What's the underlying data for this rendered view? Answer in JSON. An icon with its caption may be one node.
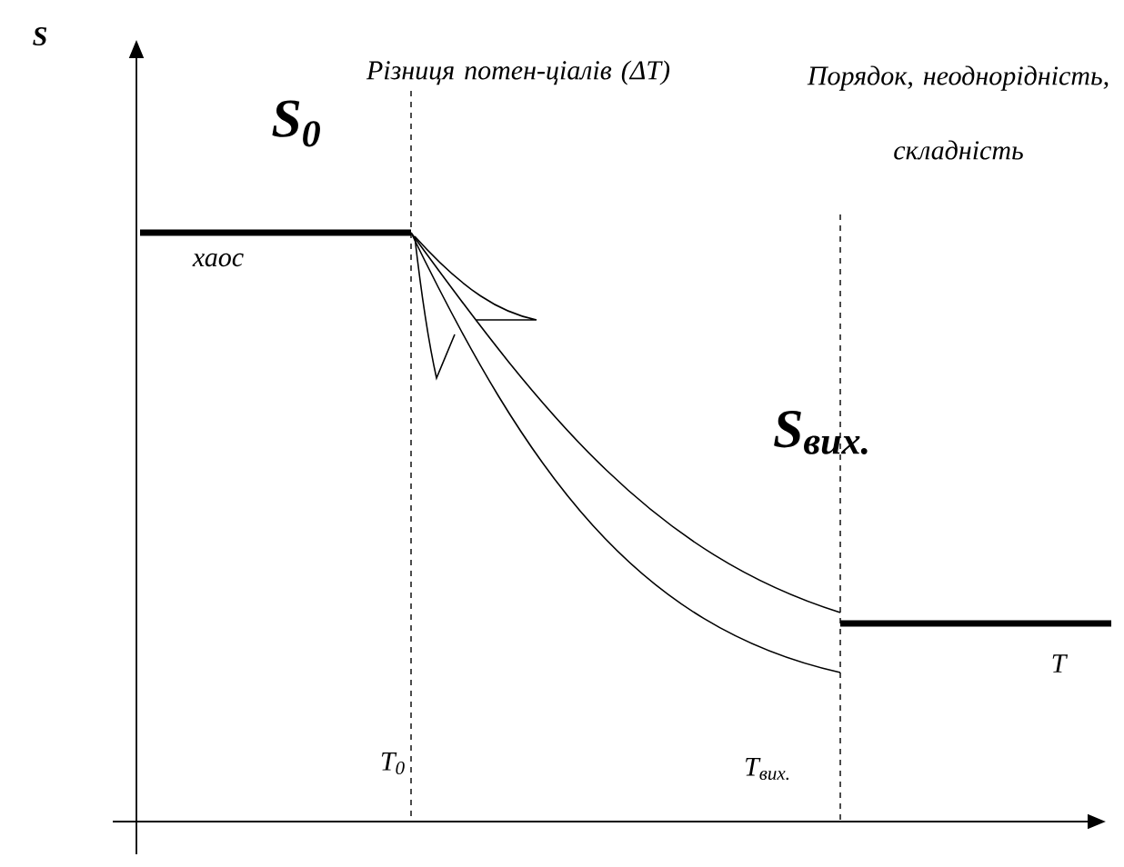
{
  "diagram": {
    "labels": [
      "S",
      "Різниця потен-ціалів (ΔT)",
      "Порядок, неоднорідність, складність",
      "S$_{0}$",
      "хаос",
      "S$_{вих.}$",
      "T",
      "T$_{0}$",
      "T$_{вих.}$"
    ]
  }
}
